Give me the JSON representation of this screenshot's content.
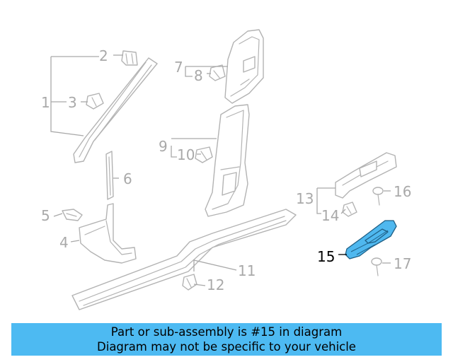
{
  "callouts": [
    {
      "id": "1",
      "label": "1",
      "highlighted": false
    },
    {
      "id": "2",
      "label": "2",
      "highlighted": false
    },
    {
      "id": "3",
      "label": "3",
      "highlighted": false
    },
    {
      "id": "4",
      "label": "4",
      "highlighted": false
    },
    {
      "id": "5",
      "label": "5",
      "highlighted": false
    },
    {
      "id": "6",
      "label": "6",
      "highlighted": false
    },
    {
      "id": "7",
      "label": "7",
      "highlighted": false
    },
    {
      "id": "8",
      "label": "8",
      "highlighted": false
    },
    {
      "id": "9",
      "label": "9",
      "highlighted": false
    },
    {
      "id": "10",
      "label": "10",
      "highlighted": false
    },
    {
      "id": "11",
      "label": "11",
      "highlighted": false
    },
    {
      "id": "12",
      "label": "12",
      "highlighted": false
    },
    {
      "id": "13",
      "label": "13",
      "highlighted": false
    },
    {
      "id": "14",
      "label": "14",
      "highlighted": false
    },
    {
      "id": "15",
      "label": "15",
      "highlighted": true
    },
    {
      "id": "16",
      "label": "16",
      "highlighted": false
    },
    {
      "id": "17",
      "label": "17",
      "highlighted": false
    }
  ],
  "banner": {
    "line1": "Part or sub-assembly is #15 in diagram",
    "line2": "Diagram may not be specific to your vehicle"
  },
  "colors": {
    "highlight": "#4fb8ef",
    "banner": "#4dbaf2",
    "line_art": "#b3b3b3"
  }
}
